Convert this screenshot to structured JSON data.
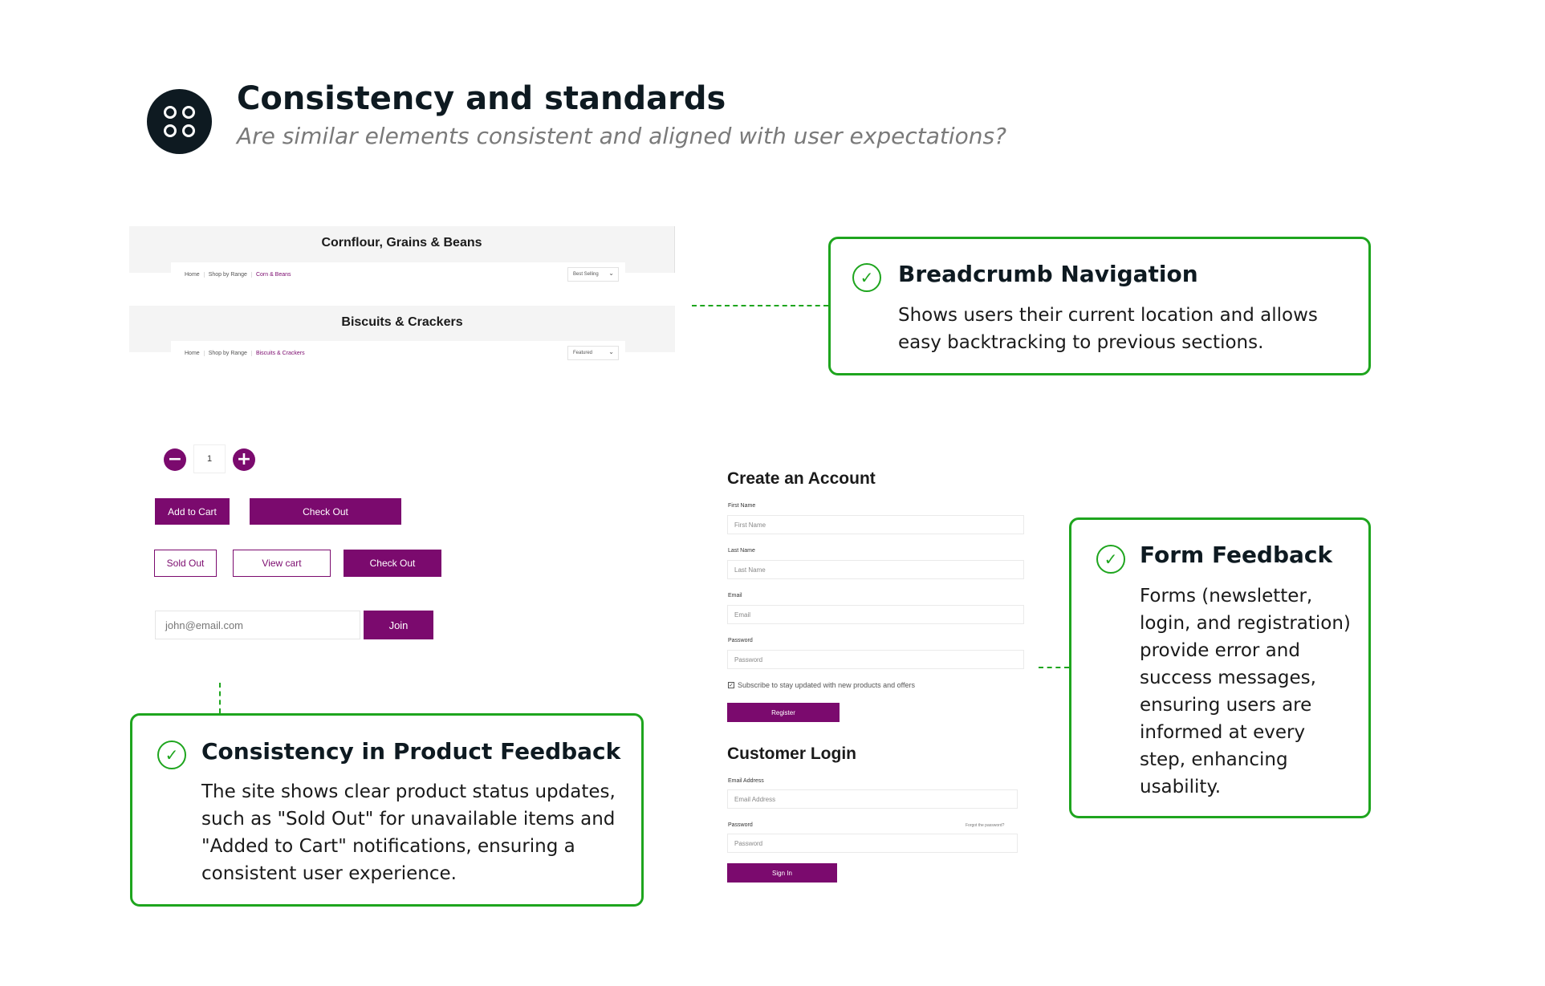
{
  "header": {
    "title": "Consistency and standards",
    "subtitle": "Are similar elements consistent and aligned with user expectations?",
    "icon": "four-circles-icon"
  },
  "categories": [
    {
      "title": "Cornflour, Grains & Beans",
      "breadcrumb": [
        "Home",
        "Shop by Range",
        "Corn & Beans"
      ],
      "sort": "Best Selling"
    },
    {
      "title": "Biscuits & Crackers",
      "breadcrumb": [
        "Home",
        "Shop by Range",
        "Biscuits & Crackers"
      ],
      "sort": "Featured"
    }
  ],
  "product": {
    "quantity": "1",
    "add_to_cart": "Add to Cart",
    "check_out": "Check Out",
    "sold_out": "Sold Out",
    "view_cart": "View cart",
    "check_out_2": "Check Out",
    "newsletter_placeholder": "john@email.com",
    "join": "Join"
  },
  "register": {
    "heading": "Create an Account",
    "first_name_label": "First Name",
    "first_name_placeholder": "First Name",
    "last_name_label": "Last Name",
    "last_name_placeholder": "Last Name",
    "email_label": "Email",
    "email_placeholder": "Email",
    "password_label": "Password",
    "password_placeholder": "Password",
    "subscribe": "Subscribe to stay updated with new products and offers",
    "submit": "Register"
  },
  "login": {
    "heading": "Customer Login",
    "email_label": "Email Address",
    "email_placeholder": "Email Address",
    "password_label": "Password",
    "forgot": "Forgot the password?",
    "password_placeholder": "Password",
    "submit": "Sign In"
  },
  "callouts": {
    "breadcrumb": {
      "title": "Breadcrumb Navigation",
      "body": "Shows users their current location and allows easy backtracking to previous sections."
    },
    "form": {
      "title": "Form Feedback",
      "body": "Forms (newsletter, login, and registration) provide error and success messages, ensuring users are informed at every step, enhancing usability."
    },
    "product": {
      "title": "Consistency in Product Feedback",
      "body": "The site shows clear product status updates, such as \"Sold Out\" for unavailable items and \"Added to Cart\" notifications, ensuring a consistent user experience."
    }
  },
  "colors": {
    "brand": "#7b0a6e",
    "accent_green": "#1ea51e",
    "dark": "#0e1a21"
  }
}
